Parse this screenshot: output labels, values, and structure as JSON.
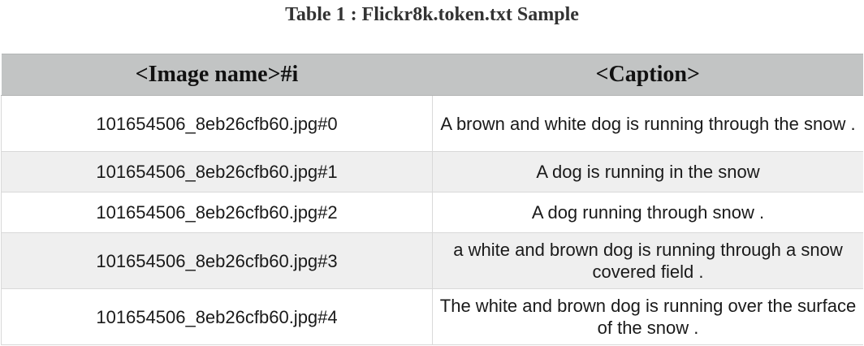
{
  "table": {
    "title": "Table 1 : Flickr8k.token.txt Sample",
    "headers": [
      "<Image name>#i",
      "<Caption>"
    ],
    "rows": [
      {
        "image": "101654506_8eb26cfb60.jpg#0",
        "caption": "A brown and white dog is running through the snow ."
      },
      {
        "image": "101654506_8eb26cfb60.jpg#1",
        "caption": "A dog is running in the snow"
      },
      {
        "image": "101654506_8eb26cfb60.jpg#2",
        "caption": "A dog running through snow ."
      },
      {
        "image": "101654506_8eb26cfb60.jpg#3",
        "caption": "a white and brown dog is running through a snow covered field ."
      },
      {
        "image": "101654506_8eb26cfb60.jpg#4",
        "caption": "The white and brown dog is running over the surface of the snow ."
      }
    ]
  }
}
